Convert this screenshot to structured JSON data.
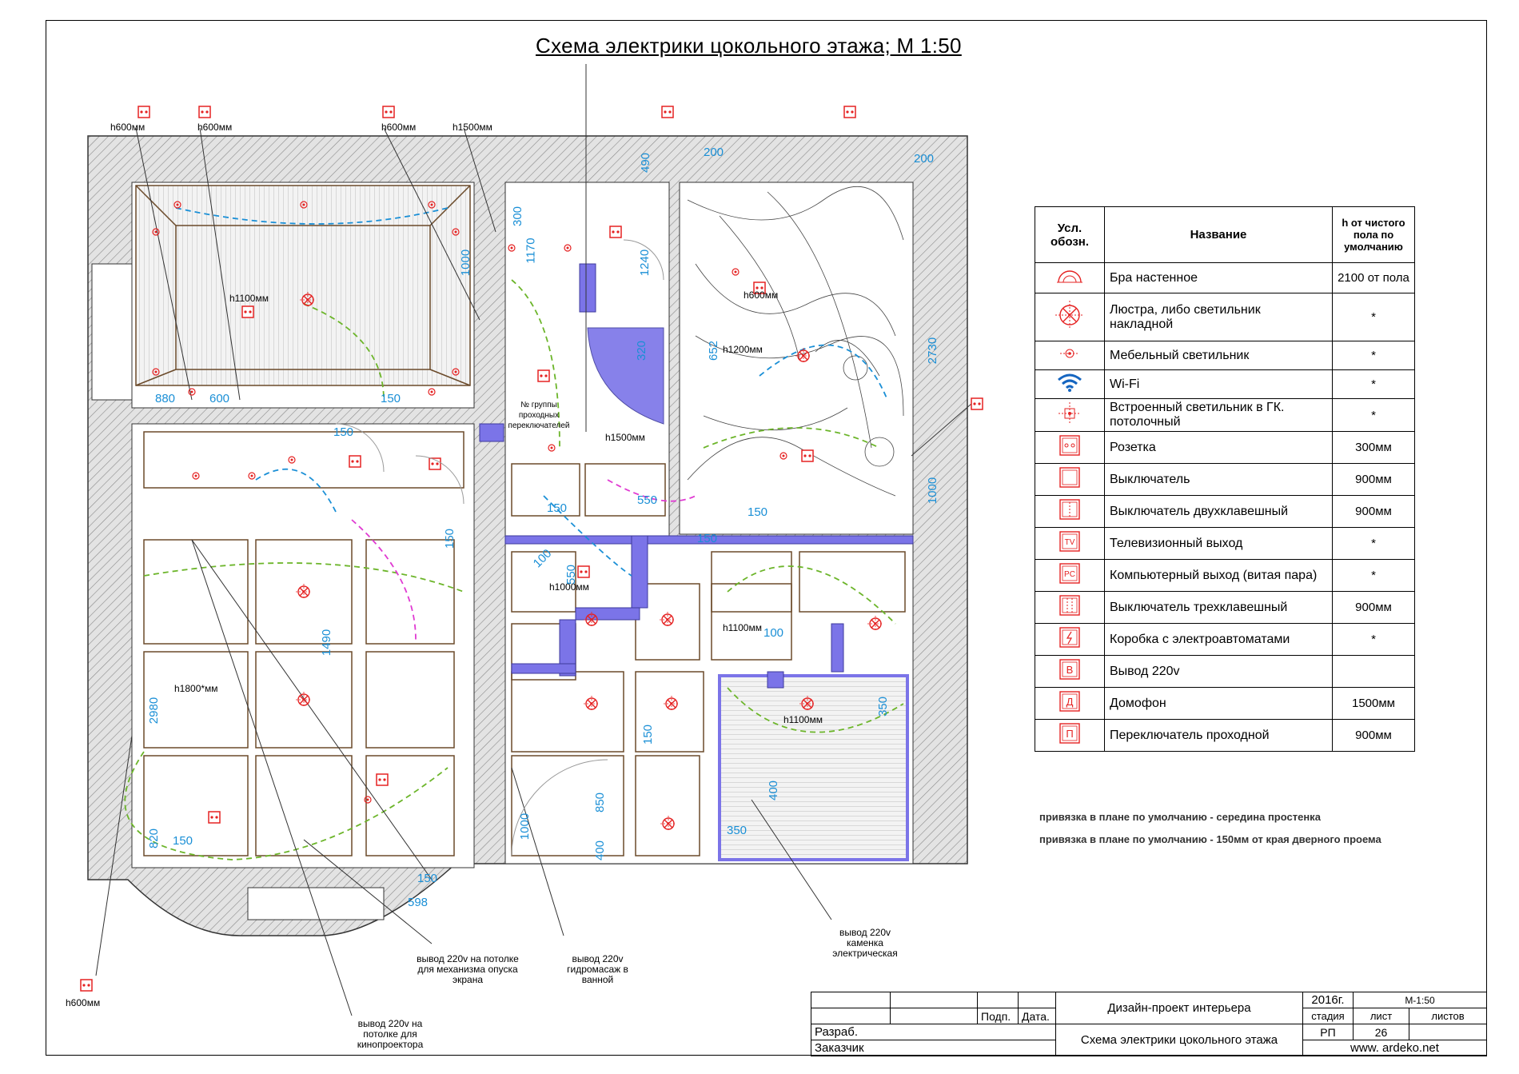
{
  "title": "Схема электрики цокольного этажа; М 1:50",
  "legend": {
    "headers": {
      "symbol": "Усл. обозн.",
      "name": "Название",
      "height": "h от чистого пола по умолчанию"
    },
    "rows": [
      {
        "icon": "wall-sconce-icon",
        "name": "Бра настенное",
        "height": "2100 от пола"
      },
      {
        "icon": "chandelier-icon",
        "name": "Люстра, либо светильник накладной",
        "height": "*"
      },
      {
        "icon": "furniture-light-icon",
        "name": "Мебельный светильник",
        "height": "*"
      },
      {
        "icon": "wifi-icon",
        "name": "Wi-Fi",
        "height": "*"
      },
      {
        "icon": "recessed-light-icon",
        "name": "Встроенный светильник в ГК. потолочный",
        "height": "*"
      },
      {
        "icon": "socket-icon",
        "name": "Розетка",
        "height": "300мм"
      },
      {
        "icon": "switch-icon",
        "name": "Выключатель",
        "height": "900мм"
      },
      {
        "icon": "double-switch-icon",
        "name": "Выключатель двухклавешный",
        "height": "900мм"
      },
      {
        "icon": "tv-outlet-icon",
        "name": "Телевизионный выход",
        "height": "*"
      },
      {
        "icon": "pc-outlet-icon",
        "name": "Компьютерный выход (витая пара)",
        "height": "*"
      },
      {
        "icon": "triple-switch-icon",
        "name": "Выключатель трехклавешный",
        "height": "900мм"
      },
      {
        "icon": "breaker-box-icon",
        "name": "Коробка с электроавтоматами",
        "height": "*"
      },
      {
        "icon": "output-220v-icon",
        "name": "Вывод 220v",
        "height": ""
      },
      {
        "icon": "intercom-icon",
        "name": "Домофон",
        "height": "1500мм"
      },
      {
        "icon": "pass-switch-icon",
        "name": "Переключатель проходной",
        "height": "900мм"
      }
    ]
  },
  "notes": [
    "привязка в плане по умолчанию - середина простенка",
    "привязка в плане по умолчанию - 150мм от края дверного проема"
  ],
  "plan_labels": {
    "h600_a": "h600мм",
    "h600_b": "h600мм",
    "h600_c": "h600мм",
    "h1500_a": "h1500мм",
    "h1100_a": "h1100мм",
    "h600_d": "h600мм",
    "h1200": "h1200мм",
    "h1500_b": "h1500мм",
    "h1000": "h1000мм",
    "h1100_b": "h1100мм",
    "h1100_c": "h1100мм",
    "h1800": "h1800*мм",
    "h600_e": "h600мм",
    "switch_groups": "№ группы проходных переключателей",
    "out1": "вывод 220v на потолке для механизма опуска экрана",
    "out2": "вывод 220v гидромасаж в ванной",
    "out3": "вывод 220v каменка электрическая",
    "out4": "вывод 220v на потолке для кинопроектора"
  },
  "dimensions": [
    "200",
    "200",
    "490",
    "300",
    "1170",
    "1240",
    "1000",
    "880",
    "600",
    "150",
    "150",
    "320",
    "652",
    "2730",
    "1000",
    "550",
    "150",
    "150",
    "150",
    "100",
    "1490",
    "2980",
    "820",
    "150",
    "150",
    "598",
    "150",
    "550",
    "100",
    "150",
    "850",
    "400",
    "1000",
    "350",
    "350",
    "400"
  ],
  "stamp": {
    "project": "Дизайн-проект интерьера",
    "year": "2016г.",
    "scale": "М-1:50",
    "podp": "Подп.",
    "data": "Дата.",
    "stage_h": "стадия",
    "sheet_h": "лист",
    "sheets_h": "листов",
    "razrab": "Разраб.",
    "zakazchik": "Заказчик",
    "sheet_title": "Схема электрики цокольного этажа",
    "stage": "РП",
    "sheet": "26",
    "site": "www. ardeko.net"
  },
  "colors": {
    "outlet": "#e52222",
    "dimension": "#1a8fd6",
    "partition": "#7b74e8",
    "wall_hatch": "#c8c8c8",
    "curve_green": "#6cb52a",
    "curve_magenta": "#e03ad2"
  }
}
